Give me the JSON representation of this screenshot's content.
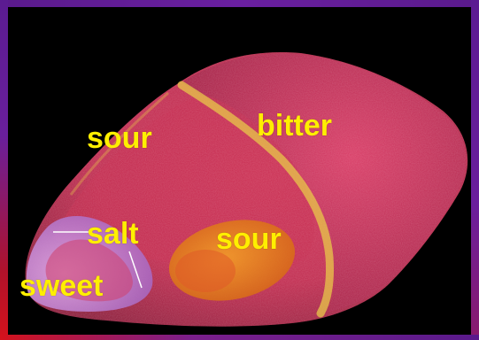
{
  "labels": {
    "sour_upper": "sour",
    "bitter": "bitter",
    "salt": "salt",
    "sour_lower": "sour",
    "sweet": "sweet"
  },
  "colors": {
    "tongue": "#c8284c",
    "label_text": "#ffef00",
    "zone_outline": "#e8c84a",
    "sweet_zone": "#c08ad8",
    "sour_patch": "#f08a14",
    "frame_purple": "#6a1f9c",
    "frame_red": "#d4121c"
  }
}
